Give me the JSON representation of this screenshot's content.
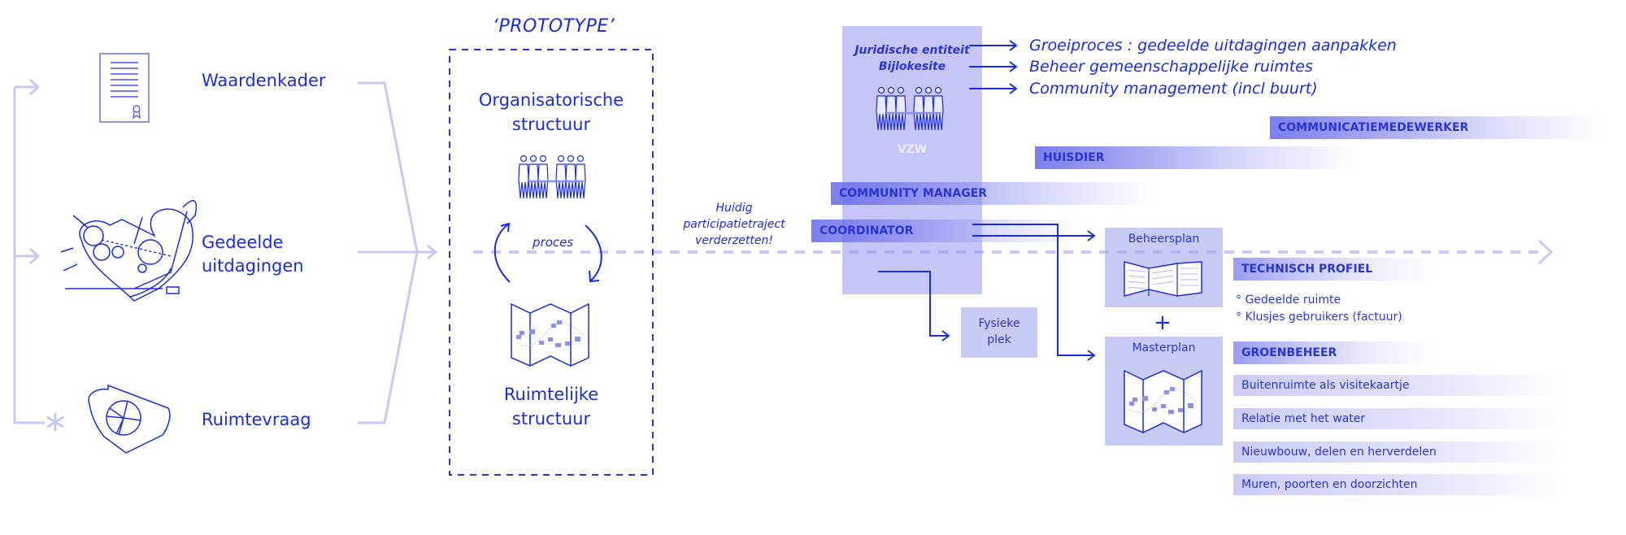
{
  "inputs": {
    "items": [
      {
        "label_line1": "Waardenkader",
        "label_line2": "",
        "icon": "certificate-document-icon"
      },
      {
        "label_line1": "Gedeelde",
        "label_line2": "uitdagingen",
        "icon": "heart-machine-sketch-icon"
      },
      {
        "label_line1": "Ruimtevraag",
        "label_line2": "",
        "icon": "site-pie-chart-icon"
      }
    ],
    "loop_marker": "asterisk-icon"
  },
  "prototype": {
    "title": "‘PROTOTYPE’",
    "org_line1": "Organisatorische",
    "org_line2": "structuur",
    "process_label": "proces",
    "spatial_line1": "Ruimtelijke",
    "spatial_line2": "structuur"
  },
  "timeline": {
    "note_line1": "Huidig",
    "note_line2": "participatietraject",
    "note_line3": "verderzetten!"
  },
  "vzw": {
    "title_line1": "Juridische entiteit",
    "title_line2": "Bijlokesite",
    "tag": "VZW",
    "tasks": [
      "Groeiproces : gedeelde uitdagingen aanpakken",
      "Beheer gemeenschappelijke ruimtes",
      "Community management (incl buurt)"
    ]
  },
  "roles": [
    {
      "label": "COMMUNICATIEMEDEWERKER"
    },
    {
      "label": "HUISDIER"
    },
    {
      "label": "COMMUNITY MANAGER"
    },
    {
      "label": "COORDINATOR"
    }
  ],
  "outputs": {
    "fysieke_line1": "Fysieke",
    "fysieke_line2": "plek",
    "beheersplan": "Beheersplan",
    "plus": "+",
    "masterplan": "Masterplan"
  },
  "technisch": {
    "label": "TECHNISCH PROFIEL",
    "items": [
      "° Gedeelde ruimte",
      "° Klusjes gebruikers (factuur)"
    ]
  },
  "groen": {
    "label": "GROENBEHEER",
    "items": [
      "Buitenruimte als visitekaartje",
      "Relatie met het water",
      "Nieuwbouw, delen en herverdelen",
      "Muren, poorten en doorzichten"
    ]
  },
  "colors": {
    "primary": "#1a2ce0",
    "light_line": "#c6c9f6",
    "box_fill": "#a5a8f2"
  }
}
